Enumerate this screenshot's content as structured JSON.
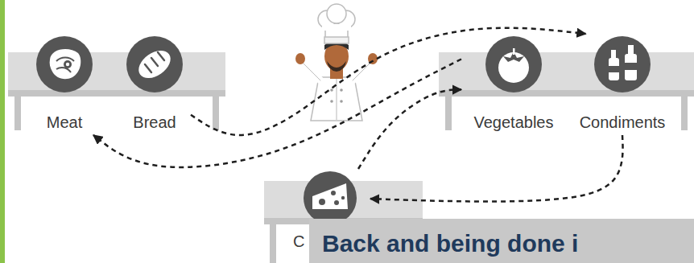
{
  "diagram": {
    "nodes": [
      {
        "text": [
          "Meat"
        ]
      },
      {
        "text": [
          "Bread"
        ]
      },
      {
        "text": [
          "Vegetables"
        ]
      },
      {
        "text": [
          "Condiments"
        ]
      },
      {
        "text": [
          "C"
        ]
      },
      {
        "text": [
          "Back and being done i"
        ]
      }
    ],
    "edges": [
      {
        "from": 1,
        "to": 3,
        "arrow": "to"
      },
      {
        "from": 3,
        "to": 4,
        "arrow": "to"
      },
      {
        "from": 4,
        "to": 2,
        "arrow": "to"
      },
      {
        "from": 2,
        "to": 0,
        "arrow": "to"
      }
    ]
  }
}
